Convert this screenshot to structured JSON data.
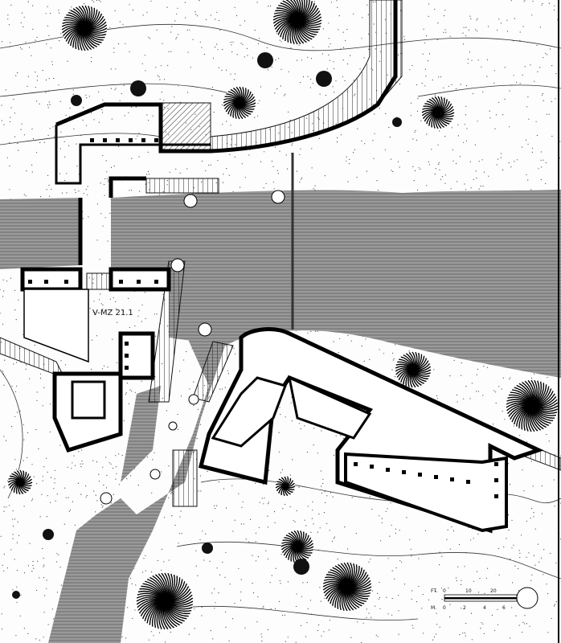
{
  "drawing": {
    "site_label": "V-MZ 21.1"
  },
  "scale_bar": {
    "feet_unit": "FT.",
    "feet_ticks": [
      "0",
      "10",
      "20"
    ],
    "meter_unit": "M.",
    "meter_ticks": [
      "0",
      "2",
      "4",
      "6"
    ]
  }
}
